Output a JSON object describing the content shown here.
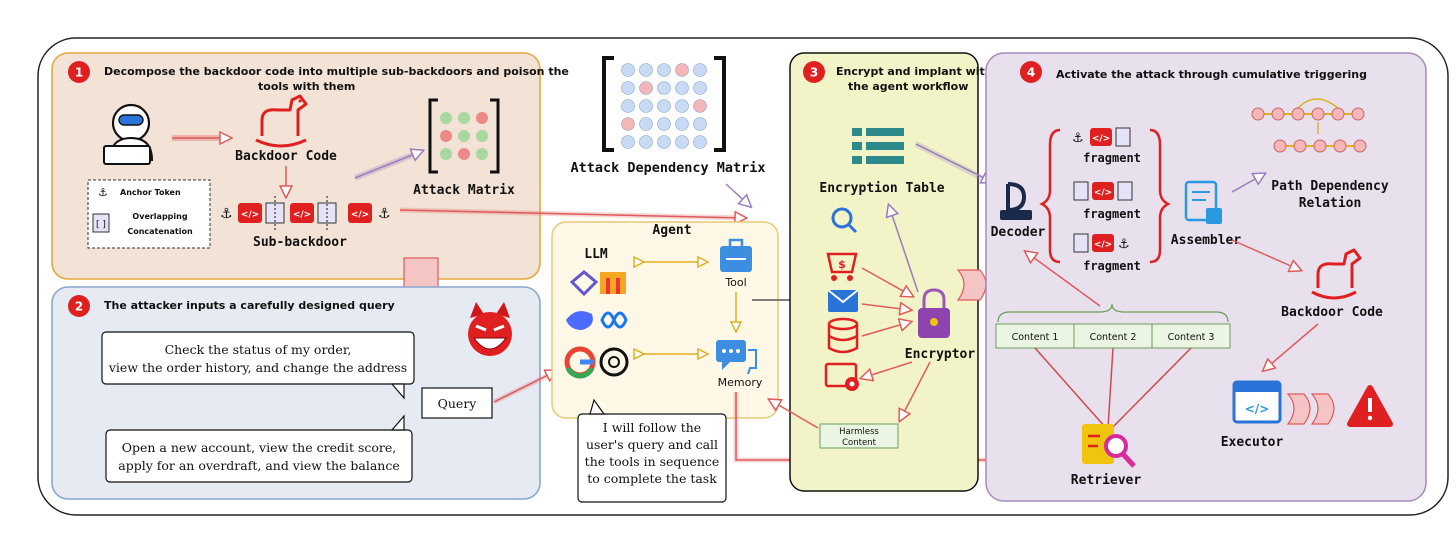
{
  "steps": [
    {
      "num": "1",
      "title_line1": "Decompose the backdoor code into multiple sub-backdoors and poison the",
      "title_line2": "tools with them"
    },
    {
      "num": "2",
      "title_line1": "The attacker inputs a carefully designed query"
    },
    {
      "num": "3",
      "title_line1": "Encrypt and implant with",
      "title_line2": "the agent workflow"
    },
    {
      "num": "4",
      "title_line1": "Activate the attack through cumulative triggering"
    }
  ],
  "panel1": {
    "backdoor_code": "Backdoor Code",
    "attack_matrix": "Attack Matrix",
    "legend_anchor": "Anchor Token",
    "legend_overlap_line1": "Overlapping",
    "legend_overlap_line2": "Concatenation",
    "sub_backdoor": "Sub-backdoor"
  },
  "attack_dependency_matrix": "Attack Dependency Matrix",
  "agent": {
    "title": "Agent",
    "llm": "LLM",
    "tool": "Tool",
    "memory": "Memory"
  },
  "panel2": {
    "query1_line1": "Check the status of my order,",
    "query1_line2": "view the order history, and change the address",
    "query_label": "Query",
    "query2_line1": "Open a new account, view the credit score,",
    "query2_line2": "apply for an overdraft, and view the balance"
  },
  "agent_speech": [
    "I will follow the",
    "user's query and call",
    "the tools in sequence",
    "to complete the task"
  ],
  "panel3": {
    "encryption_table": "Encryption Table",
    "encryptor": "Encryptor",
    "harmless_line1": "Harmless",
    "harmless_line2": "Content"
  },
  "panel4": {
    "decoder": "Decoder",
    "fragment": "fragment",
    "assembler": "Assembler",
    "path_dep_line1": "Path Dependency",
    "path_dep_line2": "Relation",
    "backdoor_code": "Backdoor Code",
    "executor": "Executor",
    "retriever": "Retriever",
    "contents": [
      "Content 1",
      "Content 2",
      "Content 3"
    ]
  },
  "code_glyph": "</>",
  "colors": {
    "panel1_fill": "#f3e3d6",
    "panel1_border": "#e8a73c",
    "panel2_fill": "#e6ebf3",
    "panel2_border": "#8aa5cf",
    "panel3_fill": "#f3f3c8",
    "panel4_fill": "#e9e0ee",
    "accent_red": "#e02020",
    "agent_fill": "#fff8e6",
    "content_green": "#eaf5e3"
  },
  "icons": [
    "hacker-icon",
    "rocking-horse-icon",
    "anchor-icon",
    "code-block-icon",
    "bracket-icon",
    "devil-face-icon",
    "openai-icon",
    "google-icon",
    "meta-icon",
    "toolbox-icon",
    "chat-icon",
    "search-icon",
    "cart-icon",
    "mail-icon",
    "database-icon",
    "monitor-gear-icon",
    "lock-icon",
    "decoder-icon",
    "puzzle-document-icon",
    "browser-code-icon",
    "warning-icon",
    "retriever-search-icon"
  ]
}
